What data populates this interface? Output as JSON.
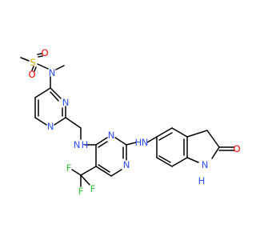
{
  "colors": {
    "bond": "#000000",
    "S": "#c8a800",
    "O": "#ff0000",
    "N": "#3050f8",
    "F": "#32c832",
    "background": "#ffffff"
  },
  "atoms": {
    "s_sulfonyl": {
      "text": "S",
      "element": "S"
    },
    "o_sulfonyl_top": {
      "text": "O",
      "element": "O"
    },
    "o_sulfonyl_bottom": {
      "text": "O",
      "element": "O"
    },
    "n_sulfonamide": {
      "text": "N",
      "element": "N"
    },
    "n_ring1_a": {
      "text": "N",
      "element": "N"
    },
    "n_ring1_b": {
      "text": "N",
      "element": "N"
    },
    "nh_linker_left": {
      "text": "N",
      "element": "N"
    },
    "h_linker_left": {
      "text": "H",
      "element": "N"
    },
    "n_ring2_a": {
      "text": "N",
      "element": "N"
    },
    "n_ring2_b": {
      "text": "N",
      "element": "N"
    },
    "nh_linker_right": {
      "text": "N",
      "element": "N"
    },
    "h_linker_right": {
      "text": "H",
      "element": "N"
    },
    "f_1": {
      "text": "F",
      "element": "F"
    },
    "f_2": {
      "text": "F",
      "element": "F"
    },
    "f_3": {
      "text": "F",
      "element": "F"
    },
    "nh_lactam": {
      "text": "N",
      "element": "N"
    },
    "h_lactam": {
      "text": "H",
      "element": "N"
    },
    "o_carbonyl": {
      "text": "O",
      "element": "O"
    }
  }
}
